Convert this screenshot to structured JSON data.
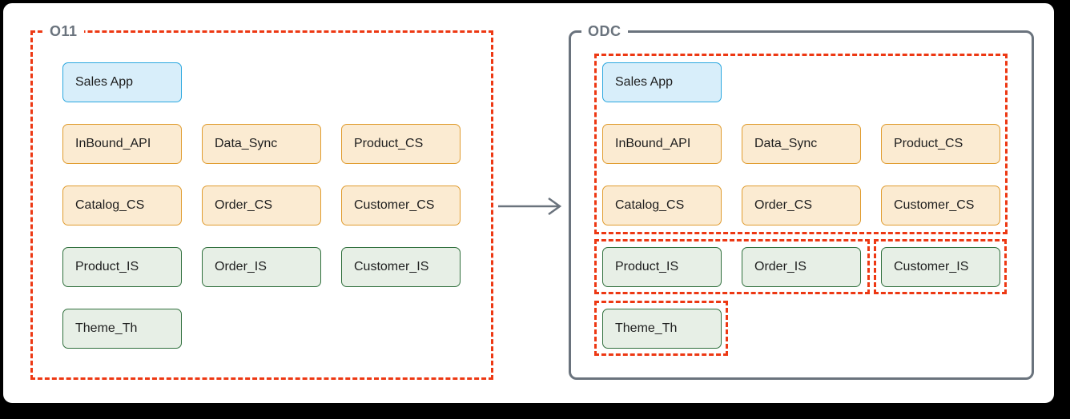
{
  "diagram": {
    "o11": {
      "label": "O11",
      "app": "Sales App",
      "modules": [
        "InBound_API",
        "Data_Sync",
        "Product_CS",
        "Catalog_CS",
        "Order_CS",
        "Customer_CS"
      ],
      "islands": [
        "Product_IS",
        "Order_IS",
        "Customer_IS"
      ],
      "theme": "Theme_Th"
    },
    "odc": {
      "label": "ODC",
      "app": "Sales App",
      "modules": [
        "InBound_API",
        "Data_Sync",
        "Product_CS",
        "Catalog_CS",
        "Order_CS",
        "Customer_CS"
      ],
      "islands": [
        "Product_IS",
        "Order_IS",
        "Customer_IS"
      ],
      "theme": "Theme_Th",
      "groups": [
        "sales-app-with-modules",
        "product-is-and-order-is",
        "customer-is",
        "theme-th"
      ]
    },
    "colors": {
      "dashed_red": "#ED3813",
      "container_gray": "#6A737D",
      "app_fill": "#D8EEFA",
      "app_border": "#2AA7DF",
      "module_fill": "#FBEBD2",
      "module_border": "#E09C2F",
      "island_fill": "#E7EFE6",
      "island_border": "#2F6F3C",
      "text_dark": "#1E1E1E"
    }
  }
}
